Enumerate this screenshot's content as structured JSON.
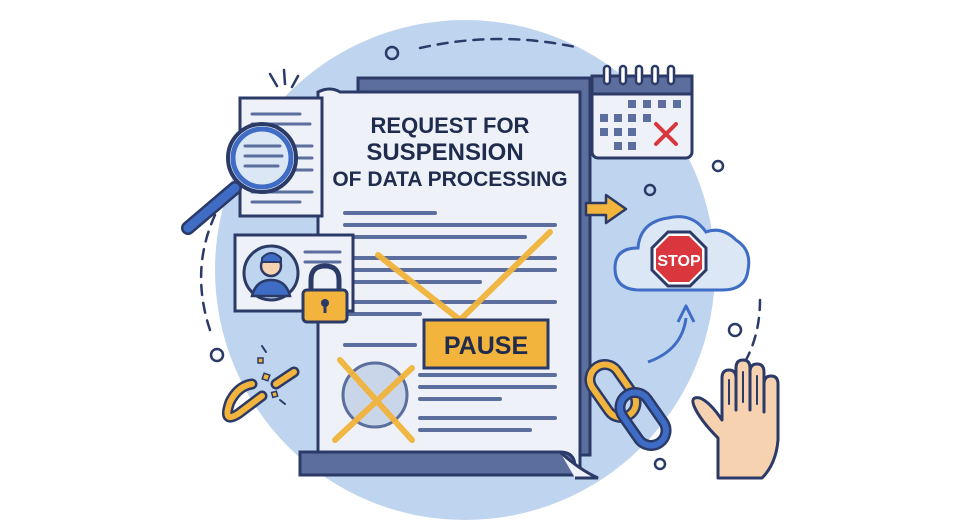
{
  "document": {
    "title_lines": [
      "REQUEST FOR",
      "SUSPENSION",
      "OF DATA PROCESSING"
    ]
  },
  "stamp": {
    "label": "PAUSE"
  },
  "sign": {
    "label": "STOP"
  },
  "colors": {
    "outline": "#2b3a67",
    "paper": "#eef2f8",
    "paper_shadow": "#5b6e9e",
    "accent_orange": "#f2b43c",
    "stop_red": "#d9363e",
    "bg_circle": "#bfd5ef",
    "skin": "#f6d2b0"
  },
  "icons": [
    "magnifier-icon",
    "document-icon",
    "profile-card-icon",
    "padlock-icon",
    "calendar-icon",
    "arrow-right-icon",
    "cloud-icon",
    "stop-sign-icon",
    "chain-link-icon",
    "broken-link-icon",
    "hand-icon"
  ]
}
